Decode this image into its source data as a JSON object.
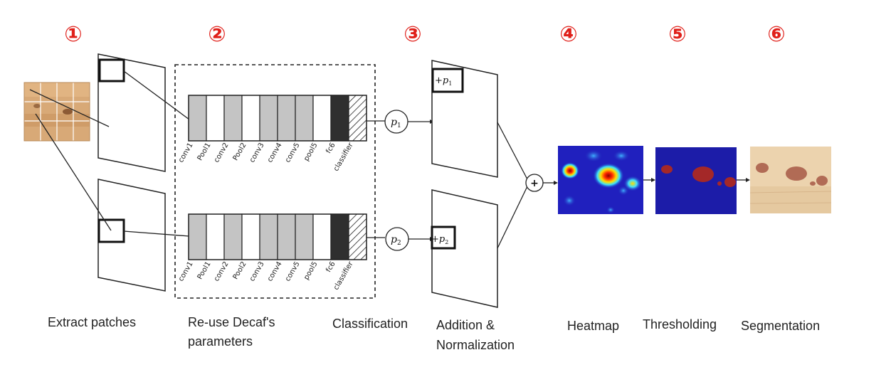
{
  "colors": {
    "step_number": "#e0201a",
    "layer_gray": "#c4c4c4",
    "layer_white": "#ffffff",
    "layer_fc6": "#2f2f2f",
    "outline": "#222222",
    "heatmap_bg": "#1e1eb8",
    "threshold_bg": "#1c1ca8",
    "threshold_blob": "#a42828",
    "wood": "#e9cfaa",
    "wood_defect": "#b16b55"
  },
  "steps": [
    "①",
    "②",
    "③",
    "④",
    "⑤",
    "⑥"
  ],
  "captions": {
    "extract": "Extract patches",
    "reuse_line1": "Re-use Decaf's",
    "reuse_line2": "parameters",
    "classification": "Classification",
    "addition_line1": "Addition &",
    "addition_line2": "Normalization",
    "heatmap": "Heatmap",
    "thresholding": "Thresholding",
    "segmentation": "Segmentation"
  },
  "network_layers": [
    "conv1",
    "Pool1",
    "conv2",
    "Pool2",
    "conv3",
    "conv4",
    "conv5",
    "pool5",
    "fc6",
    "classifier"
  ],
  "probabilities": {
    "p1": "p",
    "p1_sub": "1",
    "p2": "p",
    "p2_sub": "2",
    "add_p1": "+p",
    "add_p1_sub": "1",
    "add_p2": "+p",
    "add_p2_sub": "2"
  },
  "sum_symbol": "+"
}
